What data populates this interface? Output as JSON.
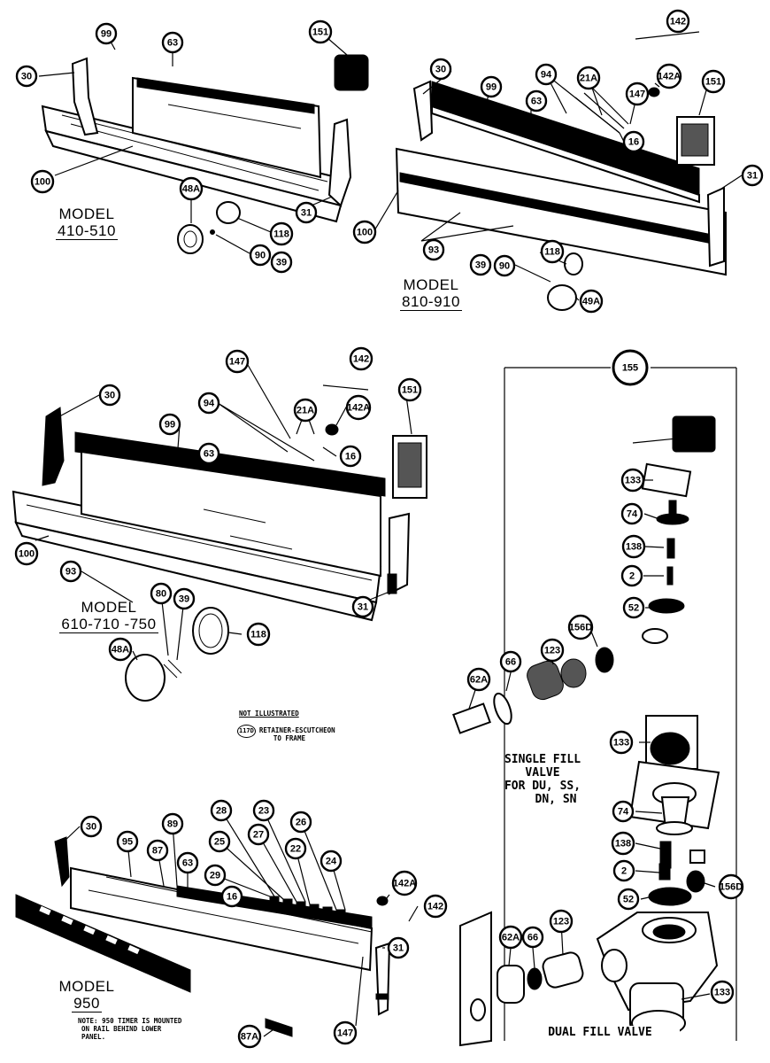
{
  "models": {
    "m410": {
      "label": "MODEL",
      "number": "410-510"
    },
    "m810": {
      "label": "MODEL",
      "number": "810-910"
    },
    "m610": {
      "label": "MODEL",
      "number": "610-710 -750"
    },
    "m950": {
      "label": "MODEL",
      "number": "950"
    }
  },
  "assembly_number": "155",
  "single_fill": {
    "line1": "SINGLE FILL",
    "line2": "VALVE",
    "line3": "FOR DU, SS,",
    "line4": "DN, SN"
  },
  "dual_fill": "DUAL FILL VALVE",
  "not_illustrated": {
    "heading": "NOT ILLUSTRATED",
    "part": "117D",
    "desc1": "RETAINER-ESCUTCHEON",
    "desc2": "TO FRAME"
  },
  "note_950": {
    "line1": "NOTE: 950 TIMER IS MOUNTED",
    "line2": "ON RAIL BEHIND LOWER",
    "line3": "PANEL."
  },
  "callouts": {
    "a": [
      {
        "id": "a30",
        "label": "30"
      },
      {
        "id": "a99",
        "label": "99"
      },
      {
        "id": "a63",
        "label": "63"
      },
      {
        "id": "a151",
        "label": "151"
      },
      {
        "id": "a100",
        "label": "100"
      },
      {
        "id": "a48",
        "label": "48A"
      },
      {
        "id": "a118",
        "label": "118"
      },
      {
        "id": "a31",
        "label": "31"
      },
      {
        "id": "a90",
        "label": "90"
      },
      {
        "id": "a39",
        "label": "39"
      }
    ],
    "b": [
      {
        "id": "b142",
        "label": "142"
      },
      {
        "id": "b30",
        "label": "30"
      },
      {
        "id": "b94",
        "label": "94"
      },
      {
        "id": "b21",
        "label": "21A"
      },
      {
        "id": "b142a",
        "label": "142A"
      },
      {
        "id": "b99",
        "label": "99"
      },
      {
        "id": "b147",
        "label": "147"
      },
      {
        "id": "b151",
        "label": "151"
      },
      {
        "id": "b63",
        "label": "63"
      },
      {
        "id": "b16",
        "label": "16"
      },
      {
        "id": "b31",
        "label": "31"
      },
      {
        "id": "b100",
        "label": "100"
      },
      {
        "id": "b93",
        "label": "93"
      },
      {
        "id": "b118",
        "label": "118"
      },
      {
        "id": "b39",
        "label": "39"
      },
      {
        "id": "b90",
        "label": "90"
      },
      {
        "id": "b49",
        "label": "49A"
      }
    ],
    "c": [
      {
        "id": "c142",
        "label": "142"
      },
      {
        "id": "c147",
        "label": "147"
      },
      {
        "id": "c30",
        "label": "30"
      },
      {
        "id": "c21",
        "label": "21A"
      },
      {
        "id": "c142a",
        "label": "142A"
      },
      {
        "id": "c151",
        "label": "151"
      },
      {
        "id": "c99",
        "label": "99"
      },
      {
        "id": "c94",
        "label": "94"
      },
      {
        "id": "c63",
        "label": "63"
      },
      {
        "id": "c16",
        "label": "16"
      },
      {
        "id": "c100",
        "label": "100"
      },
      {
        "id": "c93",
        "label": "93"
      },
      {
        "id": "c80",
        "label": "80"
      },
      {
        "id": "c39",
        "label": "39"
      },
      {
        "id": "c31",
        "label": "31"
      },
      {
        "id": "c118",
        "label": "118"
      },
      {
        "id": "c48",
        "label": "48A"
      }
    ],
    "d": [
      {
        "id": "d133",
        "label": "133"
      },
      {
        "id": "d74",
        "label": "74"
      },
      {
        "id": "d138",
        "label": "138"
      },
      {
        "id": "d2",
        "label": "2"
      },
      {
        "id": "d52",
        "label": "52"
      },
      {
        "id": "d156",
        "label": "156D"
      },
      {
        "id": "d123",
        "label": "123"
      },
      {
        "id": "d66",
        "label": "66"
      },
      {
        "id": "d62",
        "label": "62A"
      },
      {
        "id": "d133b",
        "label": "133"
      },
      {
        "id": "d74b",
        "label": "74"
      },
      {
        "id": "d138b",
        "label": "138"
      },
      {
        "id": "d2b",
        "label": "2"
      },
      {
        "id": "d52b",
        "label": "52"
      },
      {
        "id": "d156b",
        "label": "156D"
      },
      {
        "id": "d62b",
        "label": "62A"
      },
      {
        "id": "d66b",
        "label": "66"
      },
      {
        "id": "d123b",
        "label": "123"
      },
      {
        "id": "d133c",
        "label": "133"
      }
    ],
    "e": [
      {
        "id": "e30",
        "label": "30"
      },
      {
        "id": "e95",
        "label": "95"
      },
      {
        "id": "e89",
        "label": "89"
      },
      {
        "id": "e28",
        "label": "28"
      },
      {
        "id": "e23",
        "label": "23"
      },
      {
        "id": "e87",
        "label": "87"
      },
      {
        "id": "e25",
        "label": "25"
      },
      {
        "id": "e27",
        "label": "27"
      },
      {
        "id": "e26",
        "label": "26"
      },
      {
        "id": "e63",
        "label": "63"
      },
      {
        "id": "e22",
        "label": "22"
      },
      {
        "id": "e29",
        "label": "29"
      },
      {
        "id": "e24",
        "label": "24"
      },
      {
        "id": "e16",
        "label": "16"
      },
      {
        "id": "e142a",
        "label": "142A"
      },
      {
        "id": "e142",
        "label": "142"
      },
      {
        "id": "e31",
        "label": "31"
      },
      {
        "id": "e147",
        "label": "147"
      },
      {
        "id": "e87a",
        "label": "87A"
      }
    ]
  }
}
